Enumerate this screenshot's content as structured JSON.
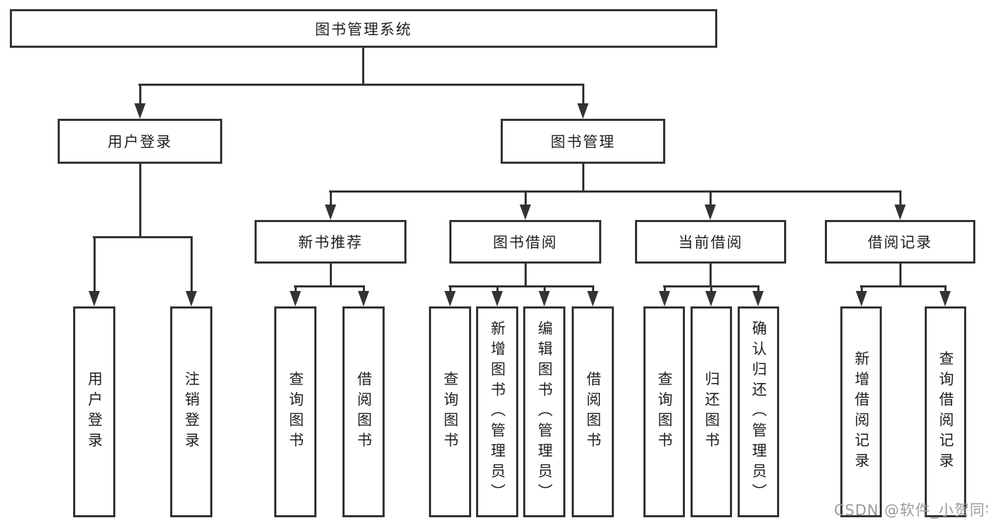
{
  "tree": {
    "root": {
      "label": "图书管理系统"
    },
    "children": [
      {
        "label": "用户登录",
        "leaves": [
          "用户登录",
          "注销登录"
        ]
      },
      {
        "label": "图书管理",
        "children": [
          {
            "label": "新书推荐",
            "leaves": [
              "查询图书",
              "借阅图书"
            ]
          },
          {
            "label": "图书借阅",
            "leaves": [
              "查询图书",
              "新增图书（管理员）",
              "编辑图书（管理员）",
              "借阅图书"
            ]
          },
          {
            "label": "当前借阅",
            "leaves": [
              "查询图书",
              "归还图书",
              "确认归还（管理员）"
            ]
          },
          {
            "label": "借阅记录",
            "leaves": [
              "新增借阅记录",
              "查询借阅记录"
            ]
          }
        ]
      }
    ]
  },
  "watermark": {
    "text": "CSDN @软件_小贺同学"
  },
  "colors": {
    "line": "#333333",
    "text": "#1f1f1f",
    "watermark": "#9b9b9b",
    "background": "#ffffff"
  }
}
